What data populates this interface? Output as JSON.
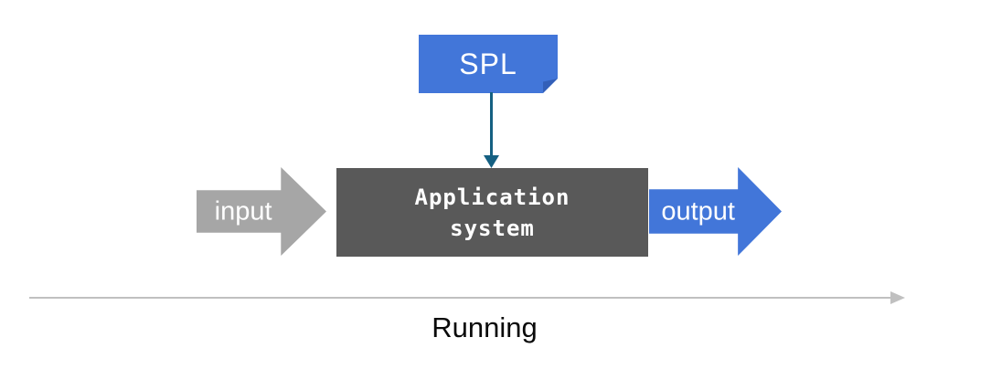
{
  "diagram": {
    "spl_node": {
      "label": "SPL",
      "fill": "#4276d9",
      "fold_fill": "#335fb8"
    },
    "application_node": {
      "line1": "Application",
      "line2": "system",
      "fill": "#595959"
    },
    "input_arrow": {
      "label": "input",
      "fill": "#a6a6a6"
    },
    "output_arrow": {
      "label": "output",
      "fill": "#4276d9"
    },
    "connector": {
      "color": "#156082"
    },
    "timeline": {
      "label": "Running",
      "line_color": "#c0c0c0"
    }
  }
}
